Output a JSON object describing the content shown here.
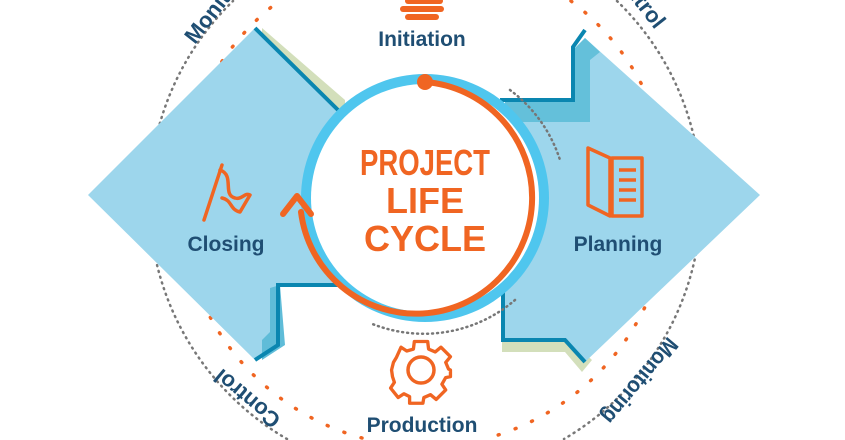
{
  "diagram": {
    "title_lines": [
      "PROJECT",
      "LIFE",
      "CYCLE"
    ],
    "stages": {
      "initiation": {
        "label": "Initiation",
        "icon": "layers-icon"
      },
      "planning": {
        "label": "Planning",
        "icon": "book-icon"
      },
      "production": {
        "label": "Production",
        "icon": "gear-icon"
      },
      "closing": {
        "label": "Closing",
        "icon": "flag-icon"
      }
    },
    "ring_labels": {
      "top_left": "Monitoring",
      "top_right": "Control",
      "bottom_left": "Control",
      "bottom_right": "Monitoring"
    },
    "colors": {
      "orange": "#f06522",
      "navy": "#1f4e73",
      "light_blue": "#9dd6ec",
      "ring_blue": "#4fc6ee",
      "edge_blue": "#0a86b0",
      "sage": "#d3dfbb"
    }
  }
}
